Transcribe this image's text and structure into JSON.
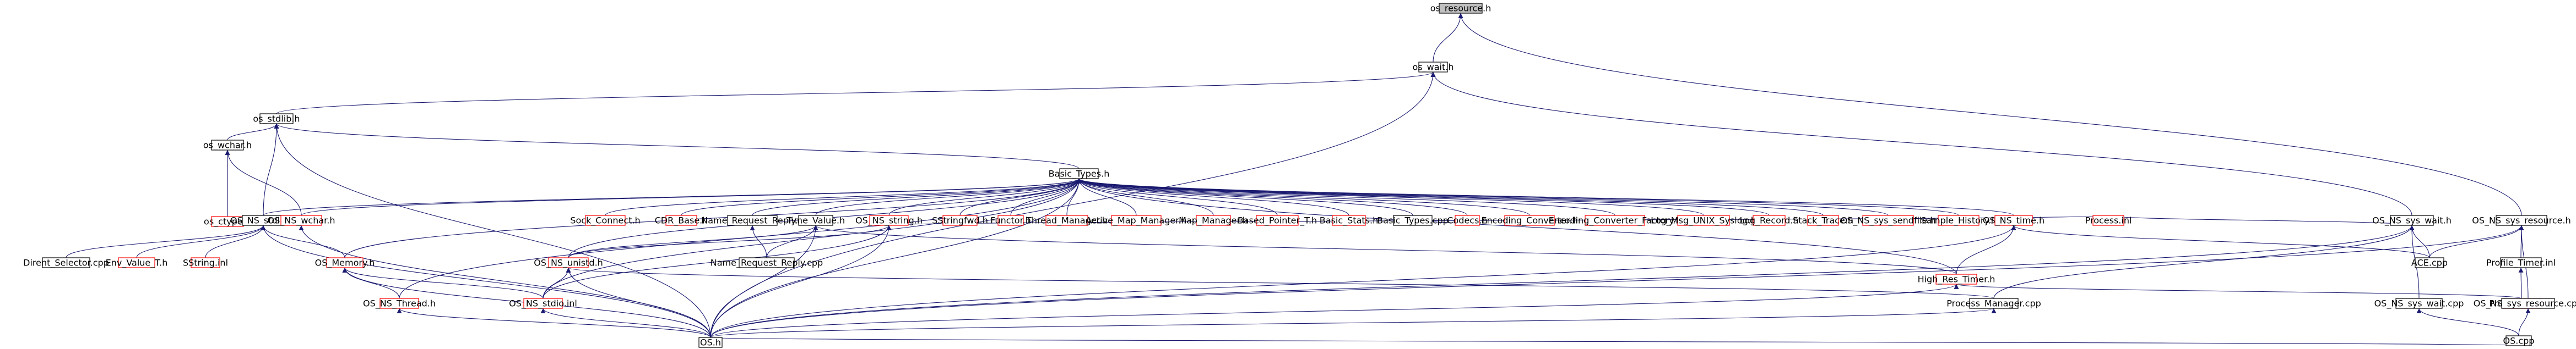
{
  "diagram": {
    "type": "include-dependency-graph",
    "colors": {
      "edge": "#191970",
      "node_border_normal": "#000000",
      "node_border_incomplete": "#ff0000",
      "root_fill": "#c0c0c0"
    },
    "nodes": [
      {
        "id": "os_resource_h",
        "label": "os_resource.h",
        "style": "root"
      },
      {
        "id": "os_wait_h",
        "label": "os_wait.h",
        "style": "black"
      },
      {
        "id": "os_stdlib_h",
        "label": "os_stdlib.h",
        "style": "black"
      },
      {
        "id": "os_wchar_h",
        "label": "os_wchar.h",
        "style": "black"
      },
      {
        "id": "basic_types_h",
        "label": "Basic_Types.h",
        "style": "black"
      },
      {
        "id": "os_ctype_h",
        "label": "os_ctype.h",
        "style": "red"
      },
      {
        "id": "os_ns_stdlib_h",
        "label": "OS_NS_stdlib.h",
        "style": "black"
      },
      {
        "id": "os_ns_wchar_h",
        "label": "OS_NS_wchar.h",
        "style": "red"
      },
      {
        "id": "sock_connect_h",
        "label": "Sock_Connect.h",
        "style": "red"
      },
      {
        "id": "cdr_base_h",
        "label": "CDR_Base.h",
        "style": "red"
      },
      {
        "id": "name_request_reply_h",
        "label": "Name_Request_Reply.h",
        "style": "black"
      },
      {
        "id": "time_value_h",
        "label": "Time_Value.h",
        "style": "black"
      },
      {
        "id": "os_ns_string_h",
        "label": "OS_NS_string.h",
        "style": "red"
      },
      {
        "id": "sstringfwd_h",
        "label": "SStringfwd.h",
        "style": "red"
      },
      {
        "id": "functor_h",
        "label": "Functor.h",
        "style": "red"
      },
      {
        "id": "thread_manager_h",
        "label": "Thread_Manager.h",
        "style": "red"
      },
      {
        "id": "active_map_manager_h",
        "label": "Active_Map_Manager.h",
        "style": "red"
      },
      {
        "id": "map_manager_h",
        "label": "Map_Manager.h",
        "style": "red"
      },
      {
        "id": "based_pointer_t_h",
        "label": "Based_Pointer_T.h",
        "style": "red"
      },
      {
        "id": "basic_stats_h",
        "label": "Basic_Stats.h",
        "style": "red"
      },
      {
        "id": "basic_types_cpp",
        "label": "Basic_Types.cpp",
        "style": "black"
      },
      {
        "id": "codecs_h",
        "label": "Codecs.h",
        "style": "red"
      },
      {
        "id": "encoding_converter_h",
        "label": "Encoding_Converter.h",
        "style": "red"
      },
      {
        "id": "encoding_converter_factory_h",
        "label": "Encoding_Converter_Factory.h",
        "style": "red"
      },
      {
        "id": "log_msg_unix_syslog_h",
        "label": "Log_Msg_UNIX_Syslog.h",
        "style": "red"
      },
      {
        "id": "log_record_h",
        "label": "Log_Record.h",
        "style": "red"
      },
      {
        "id": "stack_trace_h",
        "label": "Stack_Trace.h",
        "style": "red"
      },
      {
        "id": "os_ns_sys_sendfile_h",
        "label": "OS_NS_sys_sendfile.h",
        "style": "red"
      },
      {
        "id": "sample_history_h",
        "label": "Sample_History.h",
        "style": "red"
      },
      {
        "id": "os_ns_time_h",
        "label": "OS_NS_time.h",
        "style": "red"
      },
      {
        "id": "os_ns_sys_wait_h",
        "label": "OS_NS_sys_wait.h",
        "style": "black"
      },
      {
        "id": "os_ns_sys_resource_h",
        "label": "OS_NS_sys_resource.h",
        "style": "black"
      },
      {
        "id": "dirent_selector_cpp",
        "label": "Dirent_Selector.cpp",
        "style": "black"
      },
      {
        "id": "env_value_t_h",
        "label": "Env_Value_T.h",
        "style": "red"
      },
      {
        "id": "sstring_inl",
        "label": "SString.inl",
        "style": "red"
      },
      {
        "id": "os_memory_h",
        "label": "OS_Memory.h",
        "style": "red"
      },
      {
        "id": "os_ns_unistd_h",
        "label": "OS_NS_unistd.h",
        "style": "red"
      },
      {
        "id": "name_request_reply_cpp",
        "label": "Name_Request_Reply.cpp",
        "style": "black"
      },
      {
        "id": "high_res_timer_h",
        "label": "High_Res_Timer.h",
        "style": "red"
      },
      {
        "id": "process_inl",
        "label": "Process.inl",
        "style": "red"
      },
      {
        "id": "ace_cpp",
        "label": "ACE.cpp",
        "style": "black"
      },
      {
        "id": "profile_timer_inl",
        "label": "Profile_Timer.inl",
        "style": "black"
      },
      {
        "id": "os_ns_thread_h",
        "label": "OS_NS_Thread.h",
        "style": "red"
      },
      {
        "id": "os_ns_stdio_inl",
        "label": "OS_NS_stdio.inl",
        "style": "red"
      },
      {
        "id": "process_manager_cpp",
        "label": "Process_Manager.cpp",
        "style": "black"
      },
      {
        "id": "profile_timer_h",
        "label": "Profile_Timer.h",
        "style": "red"
      },
      {
        "id": "os_h",
        "label": "OS.h",
        "style": "black"
      },
      {
        "id": "os_ns_sys_wait_cpp",
        "label": "OS_NS_sys_wait.cpp",
        "style": "black"
      },
      {
        "id": "os_ns_sys_resource_cpp",
        "label": "OS_NS_sys_resource.cpp",
        "style": "black"
      },
      {
        "id": "os_cpp",
        "label": "OS.cpp",
        "style": "black"
      }
    ],
    "edges": [
      [
        "os_resource_h",
        "os_wait_h"
      ],
      [
        "os_resource_h",
        "os_ns_sys_resource_h"
      ],
      [
        "os_wait_h",
        "os_stdlib_h"
      ],
      [
        "os_wait_h",
        "os_ns_sys_wait_h"
      ],
      [
        "os_wait_h",
        "os_h"
      ],
      [
        "os_stdlib_h",
        "os_wchar_h"
      ],
      [
        "os_stdlib_h",
        "basic_types_h"
      ],
      [
        "os_stdlib_h",
        "os_ns_stdlib_h"
      ],
      [
        "os_stdlib_h",
        "os_h"
      ],
      [
        "os_wchar_h",
        "os_ctype_h"
      ],
      [
        "os_wchar_h",
        "os_ns_wchar_h"
      ],
      [
        "basic_types_h",
        "os_ns_stdlib_h"
      ],
      [
        "basic_types_h",
        "os_ns_wchar_h"
      ],
      [
        "basic_types_h",
        "sock_connect_h"
      ],
      [
        "basic_types_h",
        "cdr_base_h"
      ],
      [
        "basic_types_h",
        "name_request_reply_h"
      ],
      [
        "basic_types_h",
        "time_value_h"
      ],
      [
        "basic_types_h",
        "os_ns_string_h"
      ],
      [
        "basic_types_h",
        "sstringfwd_h"
      ],
      [
        "basic_types_h",
        "functor_h"
      ],
      [
        "basic_types_h",
        "thread_manager_h"
      ],
      [
        "basic_types_h",
        "active_map_manager_h"
      ],
      [
        "basic_types_h",
        "map_manager_h"
      ],
      [
        "basic_types_h",
        "based_pointer_t_h"
      ],
      [
        "basic_types_h",
        "basic_stats_h"
      ],
      [
        "basic_types_h",
        "basic_types_cpp"
      ],
      [
        "basic_types_h",
        "codecs_h"
      ],
      [
        "basic_types_h",
        "encoding_converter_h"
      ],
      [
        "basic_types_h",
        "encoding_converter_factory_h"
      ],
      [
        "basic_types_h",
        "log_msg_unix_syslog_h"
      ],
      [
        "basic_types_h",
        "log_record_h"
      ],
      [
        "basic_types_h",
        "stack_trace_h"
      ],
      [
        "basic_types_h",
        "os_ns_sys_sendfile_h"
      ],
      [
        "basic_types_h",
        "sample_history_h"
      ],
      [
        "basic_types_h",
        "os_ns_time_h"
      ],
      [
        "basic_types_h",
        "os_memory_h"
      ],
      [
        "basic_types_h",
        "os_ns_unistd_h"
      ],
      [
        "basic_types_h",
        "os_ns_thread_h"
      ],
      [
        "basic_types_h",
        "os_ns_stdio_inl"
      ],
      [
        "basic_types_h",
        "high_res_timer_h"
      ],
      [
        "basic_types_h",
        "os_h"
      ],
      [
        "os_ns_stdlib_h",
        "dirent_selector_cpp"
      ],
      [
        "os_ns_stdlib_h",
        "env_value_t_h"
      ],
      [
        "os_ns_stdlib_h",
        "sstring_inl"
      ],
      [
        "os_ns_stdlib_h",
        "os_memory_h"
      ],
      [
        "os_ns_stdlib_h",
        "os_h"
      ],
      [
        "os_ns_wchar_h",
        "os_h"
      ],
      [
        "name_request_reply_h",
        "name_request_reply_cpp"
      ],
      [
        "time_value_h",
        "os_ns_unistd_h"
      ],
      [
        "time_value_h",
        "name_request_reply_cpp"
      ],
      [
        "time_value_h",
        "high_res_timer_h"
      ],
      [
        "time_value_h",
        "os_h"
      ],
      [
        "os_ns_string_h",
        "os_ns_unistd_h"
      ],
      [
        "os_ns_string_h",
        "process_inl"
      ],
      [
        "os_ns_string_h",
        "os_ns_stdio_inl"
      ],
      [
        "os_ns_string_h",
        "os_h"
      ],
      [
        "os_ns_time_h",
        "high_res_timer_h"
      ],
      [
        "os_ns_time_h",
        "ace_cpp"
      ],
      [
        "os_ns_time_h",
        "os_h"
      ],
      [
        "os_ns_sys_wait_h",
        "process_inl"
      ],
      [
        "os_ns_sys_wait_h",
        "ace_cpp"
      ],
      [
        "os_ns_sys_wait_h",
        "process_manager_cpp"
      ],
      [
        "os_ns_sys_wait_h",
        "os_h"
      ],
      [
        "os_ns_sys_wait_h",
        "os_ns_sys_wait_cpp"
      ],
      [
        "os_ns_sys_resource_h",
        "ace_cpp"
      ],
      [
        "os_ns_sys_resource_h",
        "profile_timer_inl"
      ],
      [
        "os_ns_sys_resource_h",
        "os_h"
      ],
      [
        "os_ns_sys_resource_h",
        "os_ns_sys_resource_cpp"
      ],
      [
        "os_memory_h",
        "os_ns_thread_h"
      ],
      [
        "os_memory_h",
        "os_ns_stdio_inl"
      ],
      [
        "os_memory_h",
        "os_h"
      ],
      [
        "os_ns_unistd_h",
        "os_ns_stdio_inl"
      ],
      [
        "os_ns_unistd_h",
        "process_manager_cpp"
      ],
      [
        "os_ns_unistd_h",
        "os_h"
      ],
      [
        "high_res_timer_h",
        "profile_timer_h"
      ],
      [
        "high_res_timer_h",
        "os_h"
      ],
      [
        "profile_timer_inl",
        "profile_timer_h"
      ],
      [
        "os_ns_thread_h",
        "os_h"
      ],
      [
        "os_ns_stdio_inl",
        "os_h"
      ],
      [
        "process_manager_cpp",
        "os_h"
      ],
      [
        "os_h",
        "os_cpp"
      ],
      [
        "os_ns_sys_wait_cpp",
        "os_cpp"
      ],
      [
        "os_ns_sys_resource_cpp",
        "os_cpp"
      ]
    ]
  }
}
